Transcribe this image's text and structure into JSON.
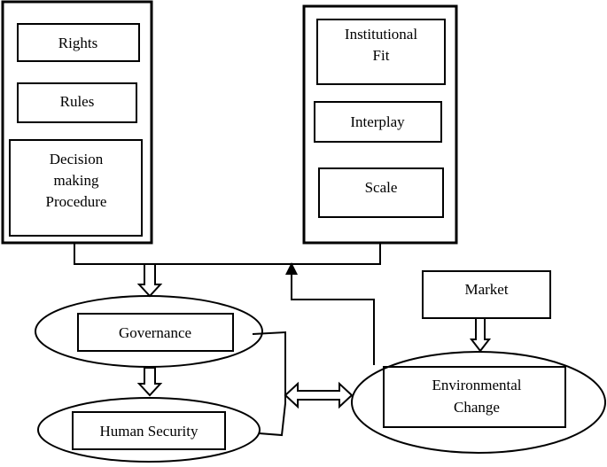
{
  "left_group": {
    "rights": "Rights",
    "rules": "Rules",
    "decision_line1": "Decision",
    "decision_line2": "making",
    "decision_line3": "Procedure"
  },
  "right_group": {
    "institutional_line1": "Institutional",
    "institutional_line2": "Fit",
    "interplay": "Interplay",
    "scale": "Scale"
  },
  "market": "Market",
  "governance": "Governance",
  "human_security": "Human Security",
  "environmental_line1": "Environmental",
  "environmental_line2": "Change"
}
